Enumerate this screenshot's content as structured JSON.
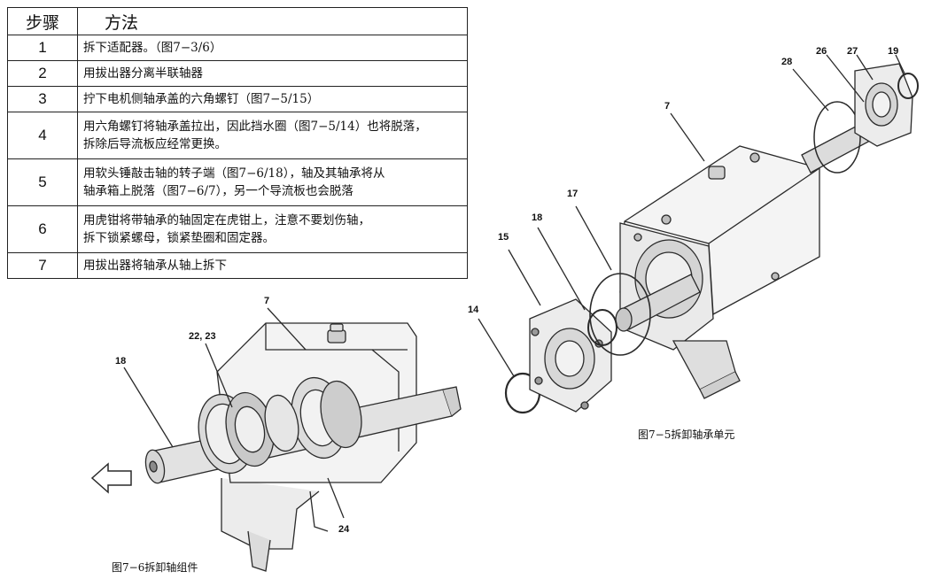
{
  "table": {
    "header": {
      "step": "步骤",
      "method": "方法"
    },
    "rows": [
      {
        "num": "1",
        "lines": [
          "拆下适配器。（图7−3/6）"
        ]
      },
      {
        "num": "2",
        "lines": [
          "用拔出器分离半联轴器"
        ]
      },
      {
        "num": "3",
        "lines": [
          "拧下电机侧轴承盖的六角螺钉（图7−5/15）"
        ]
      },
      {
        "num": "4",
        "lines": [
          "用六角螺钉将轴承盖拉出，因此挡水圈（图7−5/14）也将脱落，",
          "拆除后导流板应经常更换。"
        ]
      },
      {
        "num": "5",
        "lines": [
          "用软头锤敲击轴的转子端（图7−6/18），轴及其轴承将从",
          "轴承箱上脱落（图7−6/7），另一个导流板也会脱落"
        ]
      },
      {
        "num": "6",
        "lines": [
          "用虎钳将带轴承的轴固定在虎钳上，注意不要划伤轴，",
          "拆下锁紧螺母，锁紧垫圈和固定器。"
        ]
      },
      {
        "num": "7",
        "lines": [
          "用拔出器将轴承从轴上拆下"
        ]
      }
    ]
  },
  "figure_left": {
    "caption": "图7−6拆卸轴组件",
    "callouts": [
      "18",
      "22, 23",
      "7",
      "24"
    ]
  },
  "figure_right": {
    "caption": "图7−5拆卸轴承单元",
    "callouts": [
      "14",
      "15",
      "18",
      "17",
      "7",
      "28",
      "26",
      "27",
      "19"
    ]
  },
  "colors": {
    "line": "#2a2a2a",
    "shade": "#bdbdbd",
    "fill": "#e9e9e9"
  }
}
